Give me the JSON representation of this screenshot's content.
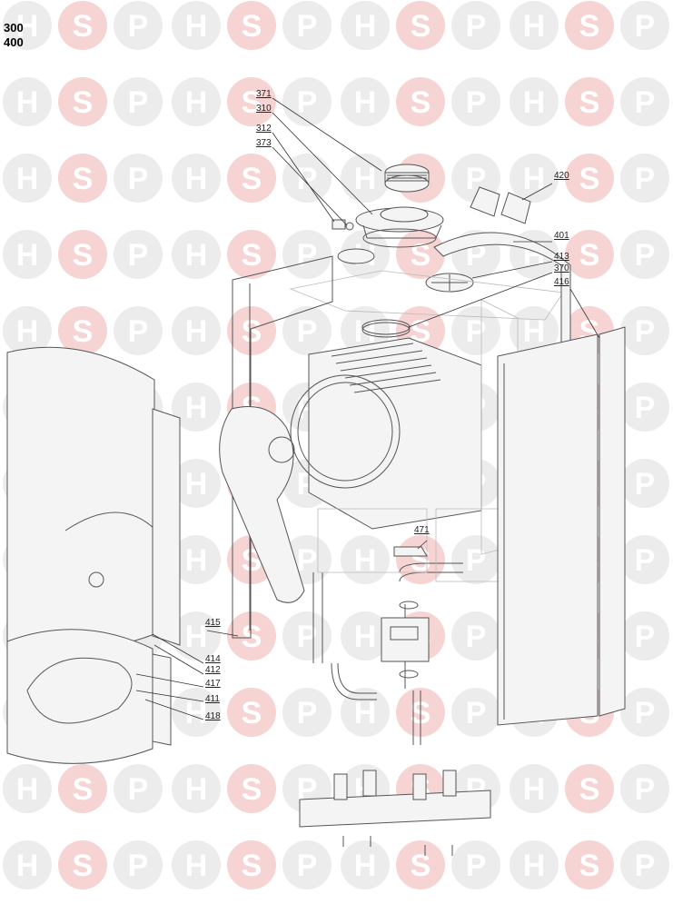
{
  "diagram": {
    "models": [
      "300",
      "400"
    ],
    "watermark": {
      "letters": [
        "H",
        "S",
        "P"
      ],
      "colors": {
        "h": "#ececec",
        "s": "#f7d4d4",
        "p": "#ececec"
      }
    },
    "callouts": [
      {
        "id": "371",
        "label": "371"
      },
      {
        "id": "310",
        "label": "310"
      },
      {
        "id": "312",
        "label": "312"
      },
      {
        "id": "373",
        "label": "373"
      },
      {
        "id": "420",
        "label": "420"
      },
      {
        "id": "401",
        "label": "401"
      },
      {
        "id": "413",
        "label": "413"
      },
      {
        "id": "370",
        "label": "370"
      },
      {
        "id": "416",
        "label": "416"
      },
      {
        "id": "471",
        "label": "471"
      },
      {
        "id": "415",
        "label": "415"
      },
      {
        "id": "414",
        "label": "414"
      },
      {
        "id": "412",
        "label": "412"
      },
      {
        "id": "417",
        "label": "417"
      },
      {
        "id": "411",
        "label": "411"
      },
      {
        "id": "418",
        "label": "418"
      }
    ]
  }
}
